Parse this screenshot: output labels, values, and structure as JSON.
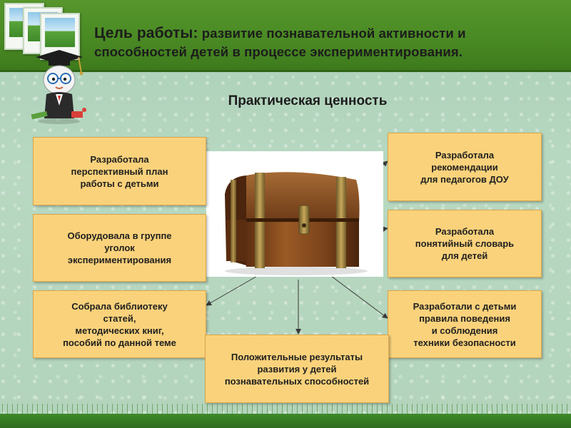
{
  "header": {
    "title_lead": "Цель работы:",
    "title_rest": " развитие познавательной активности и",
    "title_line2": "способностей детей в процессе экспериментирования."
  },
  "subtitle": "Практическая ценность",
  "boxes": {
    "left_1": "Разработала\nперспективный план\nработы с детьми",
    "left_2": "Оборудовала в группе\nуголок\nэкспериментирования",
    "left_3": "Собрала библиотеку\nстатей,\nметодических книг,\nпособий по данной  теме",
    "right_1": "Разработала\nрекомендации\nдля педагогов ДОУ",
    "right_2": "Разработала\nпонятийный словарь\nдля детей",
    "right_3": "Разработали с детьми\nправила поведения\nи соблюдения\nтехники безопасности",
    "bottom": "Положительные результаты\nразвития у детей\nпознавательных способностей"
  },
  "colors": {
    "header_green": "#4a8a24",
    "box_fill": "#fad27b",
    "background": "#b3d4bc"
  },
  "icons": {
    "mascot": "graduate-owl-mascot-icon",
    "center_image": "treasure-chest-icon"
  }
}
